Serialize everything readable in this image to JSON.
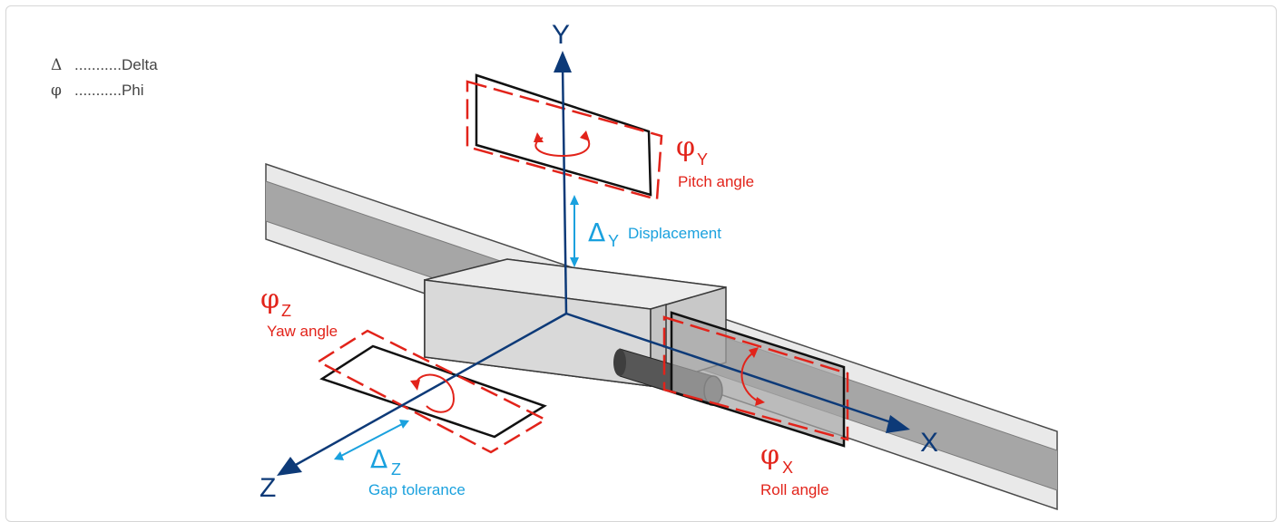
{
  "legend": [
    {
      "symbol": "Δ",
      "dots": "...........",
      "name": "Delta"
    },
    {
      "symbol": "φ",
      "dots": "...........",
      "name": "Phi"
    }
  ],
  "axes": {
    "x": "X",
    "y": "Y",
    "z": "Z"
  },
  "labels": {
    "pitch": {
      "greek": "φ",
      "sub": "Y",
      "text": "Pitch angle"
    },
    "displacement": {
      "greek": "Δ",
      "sub": "Y",
      "text": "Displacement"
    },
    "yaw": {
      "greek": "φ",
      "sub": "Z",
      "text": "Yaw angle"
    },
    "gap": {
      "greek": "Δ",
      "sub": "Z",
      "text": "Gap tolerance"
    },
    "roll": {
      "greek": "φ",
      "sub": "X",
      "text": "Roll angle"
    }
  },
  "colors": {
    "red": "#e2231a",
    "blue": "#1aa1de",
    "navy": "#0d3a78",
    "rail_dark": "#a3a3a3",
    "rail_light": "#e4e4e4",
    "block": "#d6d6d6"
  }
}
